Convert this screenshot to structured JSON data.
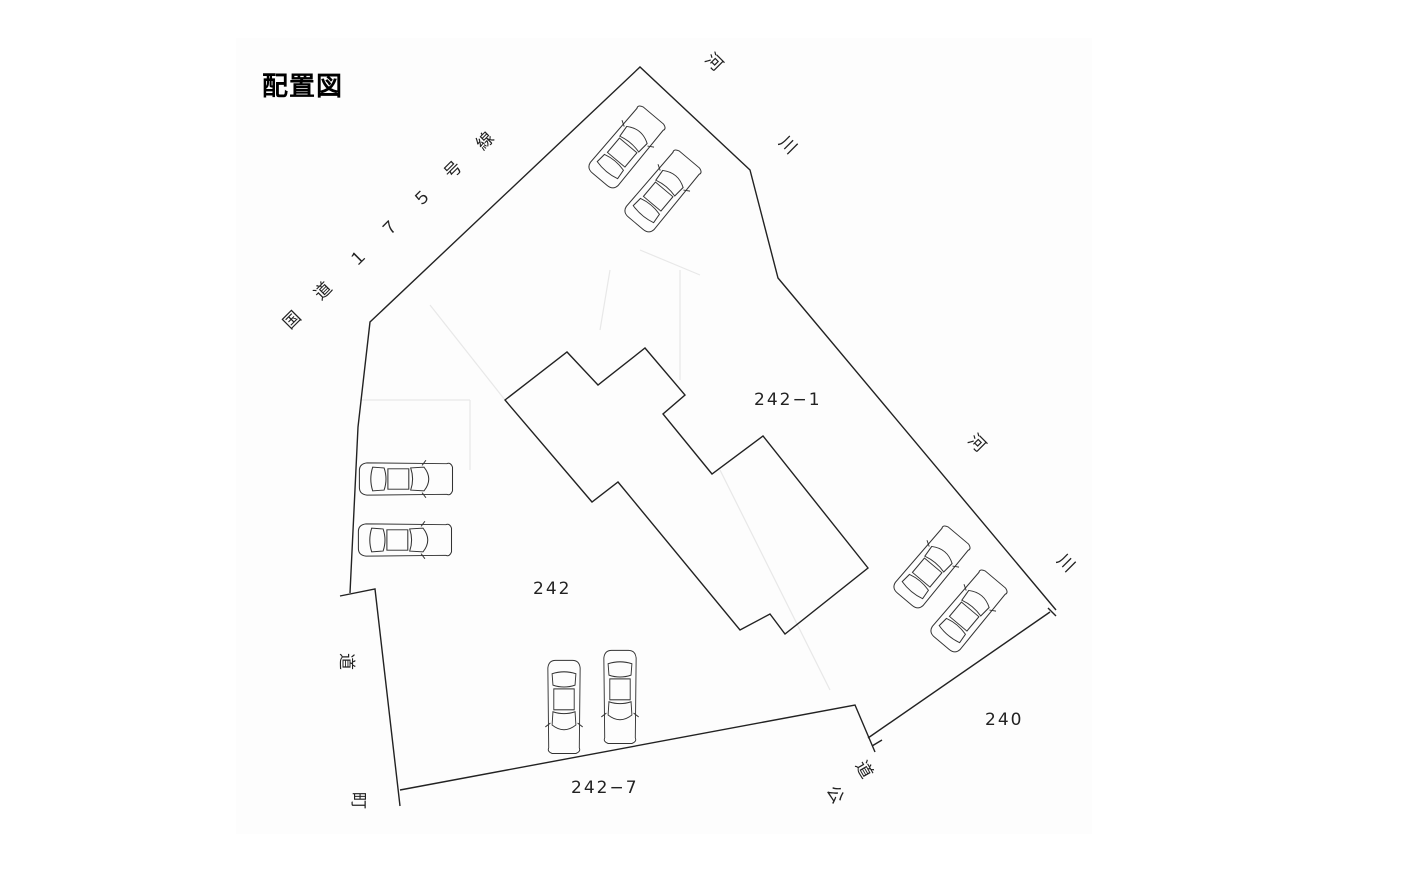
{
  "title": "配置図",
  "lots": {
    "main": "242−1",
    "west": "242",
    "south": "242−7",
    "east": "240"
  },
  "roads": {
    "national_route_chars": [
      "国",
      "道",
      "１",
      "７",
      "５",
      "号",
      "線"
    ],
    "river_upper_chars": [
      "河",
      "川"
    ],
    "river_lower_chars": [
      "河",
      "川"
    ],
    "town_road_chars": [
      "町",
      "道"
    ],
    "public_road_chars": [
      "公",
      "道"
    ]
  }
}
